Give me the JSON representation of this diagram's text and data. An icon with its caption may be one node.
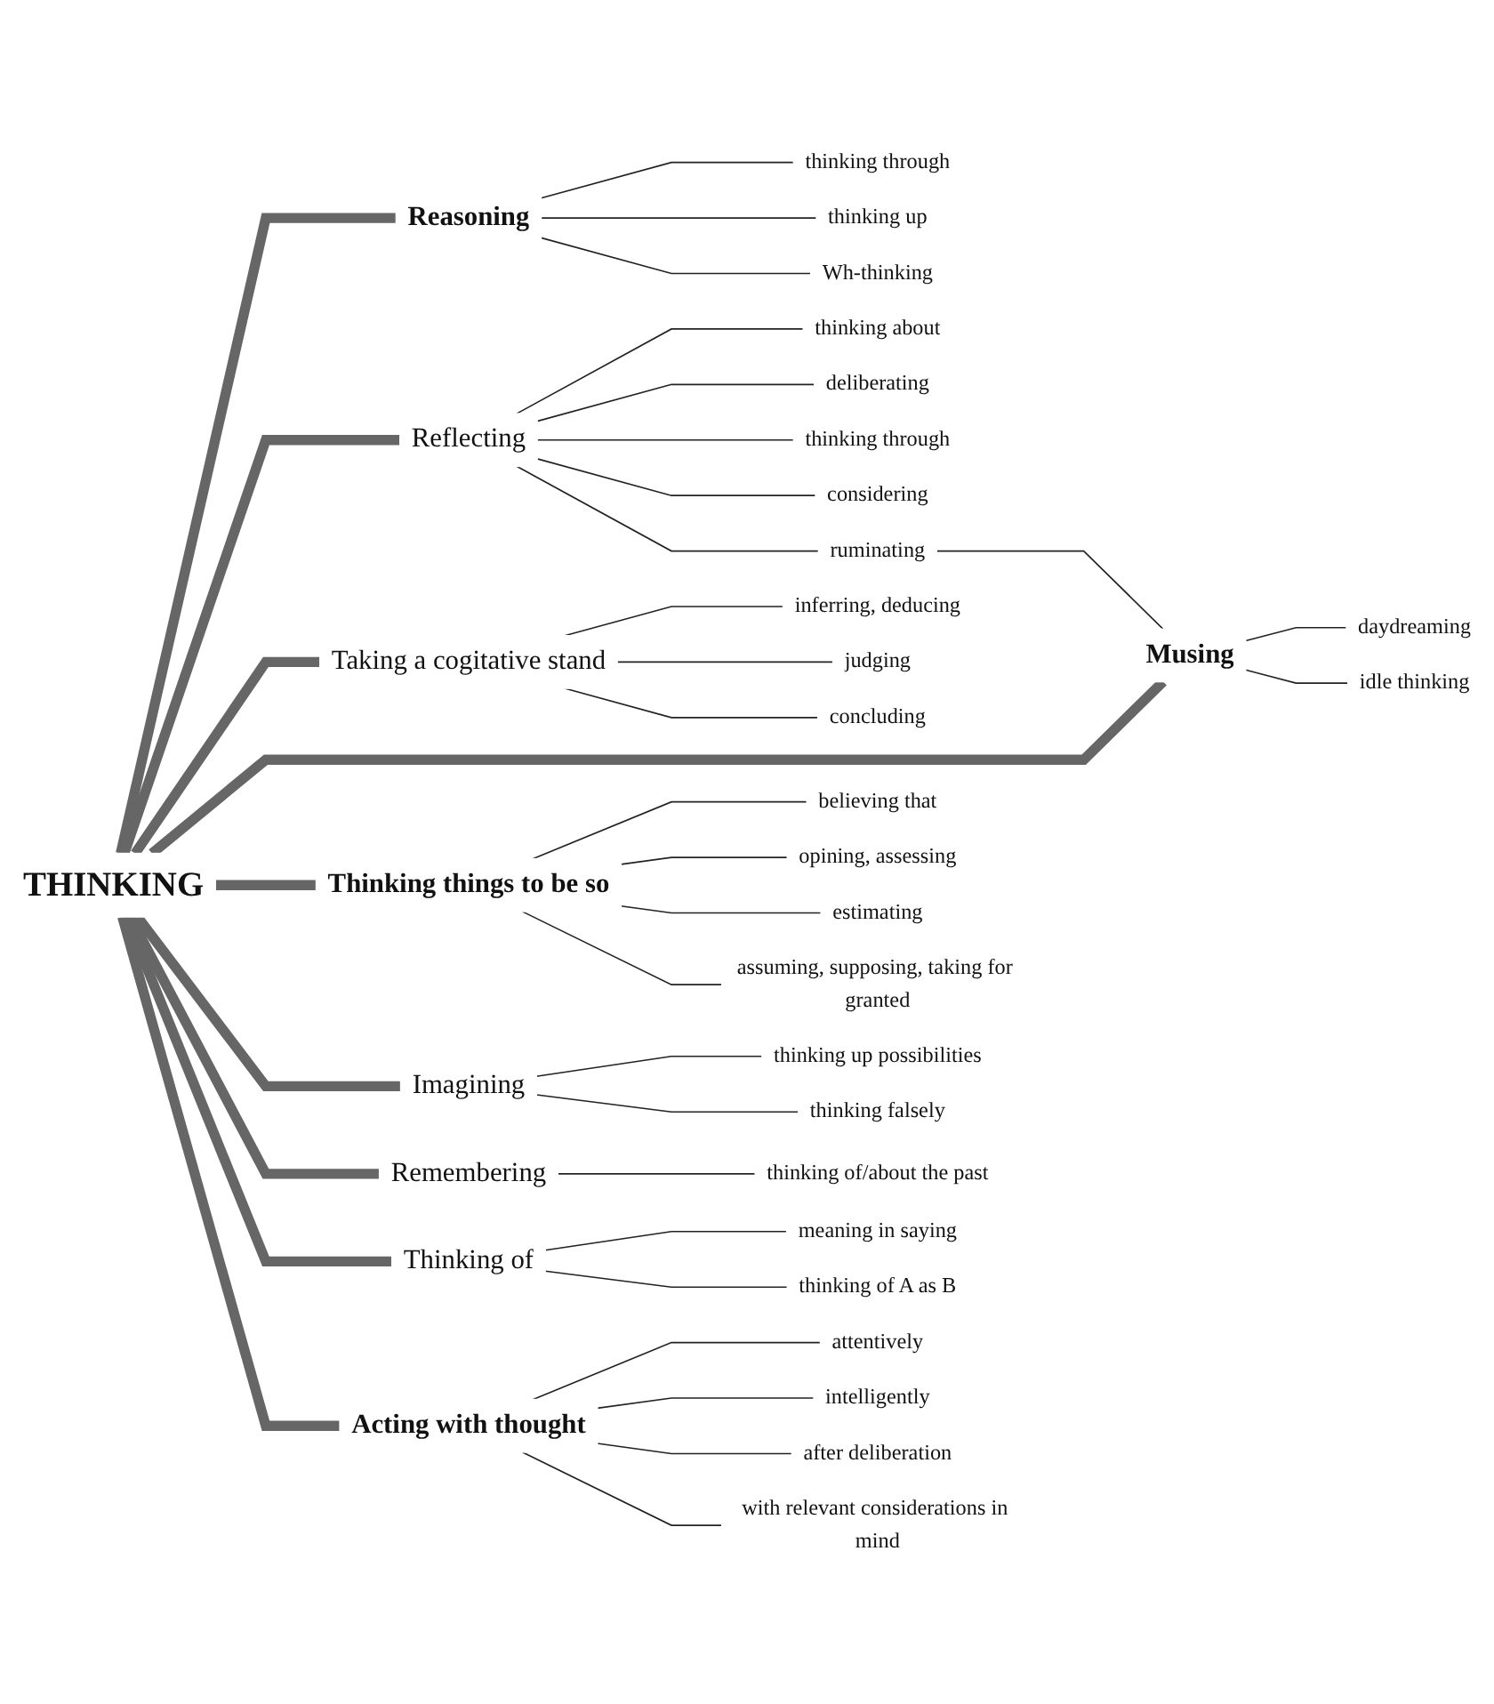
{
  "diagram": {
    "nodes": [
      {
        "text": [
          "THINKING"
        ]
      },
      {
        "text": [
          "Reasoning"
        ]
      },
      {
        "text": [
          "thinking through"
        ]
      },
      {
        "text": [
          "thinking up"
        ]
      },
      {
        "text": [
          "Wh-thinking"
        ]
      },
      {
        "text": [
          "Reflecting"
        ]
      },
      {
        "text": [
          "thinking about"
        ]
      },
      {
        "text": [
          "deliberating"
        ]
      },
      {
        "text": [
          "thinking through"
        ]
      },
      {
        "text": [
          "considering"
        ]
      },
      {
        "text": [
          "ruminating"
        ]
      },
      {
        "text": [
          "Taking a cogitative stand"
        ]
      },
      {
        "text": [
          "inferring, deducing"
        ]
      },
      {
        "text": [
          "judging"
        ]
      },
      {
        "text": [
          "concluding"
        ]
      },
      {
        "text": [
          "Musing"
        ]
      },
      {
        "text": [
          "daydreaming"
        ]
      },
      {
        "text": [
          "idle thinking"
        ]
      },
      {
        "text": [
          "Thinking things to be so"
        ]
      },
      {
        "text": [
          "believing that"
        ]
      },
      {
        "text": [
          "opining, assessing"
        ]
      },
      {
        "text": [
          "estimating"
        ]
      },
      {
        "text": [
          "assuming, supposing, taking for granted"
        ]
      },
      {
        "text": [
          "Imagining"
        ]
      },
      {
        "text": [
          "thinking up possibilities"
        ]
      },
      {
        "text": [
          "thinking falsely"
        ]
      },
      {
        "text": [
          "Remembering"
        ]
      },
      {
        "text": [
          "thinking of/about the past"
        ]
      },
      {
        "text": [
          "Thinking of"
        ]
      },
      {
        "text": [
          "meaning in saying"
        ]
      },
      {
        "text": [
          "thinking of A as B"
        ]
      },
      {
        "text": [
          "Acting with thought"
        ]
      },
      {
        "text": [
          "attentively"
        ]
      },
      {
        "text": [
          "intelligently"
        ]
      },
      {
        "text": [
          "after deliberation"
        ]
      },
      {
        "text": [
          "with relevant considerations in mind"
        ]
      }
    ],
    "edges": [
      {
        "from": 0,
        "to": 1,
        "arrow": "none",
        "style": "thick"
      },
      {
        "from": 1,
        "to": 2,
        "arrow": "none"
      },
      {
        "from": 1,
        "to": 3,
        "arrow": "none"
      },
      {
        "from": 1,
        "to": 4,
        "arrow": "none"
      },
      {
        "from": 0,
        "to": 5,
        "arrow": "none",
        "style": "thick"
      },
      {
        "from": 5,
        "to": 6,
        "arrow": "none"
      },
      {
        "from": 5,
        "to": 7,
        "arrow": "none"
      },
      {
        "from": 5,
        "to": 8,
        "arrow": "none"
      },
      {
        "from": 5,
        "to": 9,
        "arrow": "none"
      },
      {
        "from": 5,
        "to": 10,
        "arrow": "none"
      },
      {
        "from": 0,
        "to": 11,
        "arrow": "none",
        "style": "thick"
      },
      {
        "from": 11,
        "to": 12,
        "arrow": "none"
      },
      {
        "from": 11,
        "to": 13,
        "arrow": "none"
      },
      {
        "from": 11,
        "to": 14,
        "arrow": "none"
      },
      {
        "from": 0,
        "to": 15,
        "arrow": "none",
        "style": "thick"
      },
      {
        "from": 10,
        "to": 15,
        "arrow": "none"
      },
      {
        "from": 15,
        "to": 16,
        "arrow": "none"
      },
      {
        "from": 15,
        "to": 17,
        "arrow": "none"
      },
      {
        "from": 0,
        "to": 18,
        "arrow": "none",
        "style": "thick"
      },
      {
        "from": 18,
        "to": 19,
        "arrow": "none"
      },
      {
        "from": 18,
        "to": 20,
        "arrow": "none"
      },
      {
        "from": 18,
        "to": 21,
        "arrow": "none"
      },
      {
        "from": 18,
        "to": 22,
        "arrow": "none"
      },
      {
        "from": 0,
        "to": 23,
        "arrow": "none",
        "style": "thick"
      },
      {
        "from": 23,
        "to": 24,
        "arrow": "none"
      },
      {
        "from": 23,
        "to": 25,
        "arrow": "none"
      },
      {
        "from": 0,
        "to": 26,
        "arrow": "none",
        "style": "thick"
      },
      {
        "from": 26,
        "to": 27,
        "arrow": "none"
      },
      {
        "from": 0,
        "to": 28,
        "arrow": "none",
        "style": "thick"
      },
      {
        "from": 28,
        "to": 29,
        "arrow": "none"
      },
      {
        "from": 28,
        "to": 30,
        "arrow": "none"
      },
      {
        "from": 0,
        "to": 31,
        "arrow": "none",
        "style": "thick"
      },
      {
        "from": 31,
        "to": 32,
        "arrow": "none"
      },
      {
        "from": 31,
        "to": 33,
        "arrow": "none"
      },
      {
        "from": 31,
        "to": 34,
        "arrow": "none"
      },
      {
        "from": 31,
        "to": 35,
        "arrow": "none"
      }
    ]
  }
}
